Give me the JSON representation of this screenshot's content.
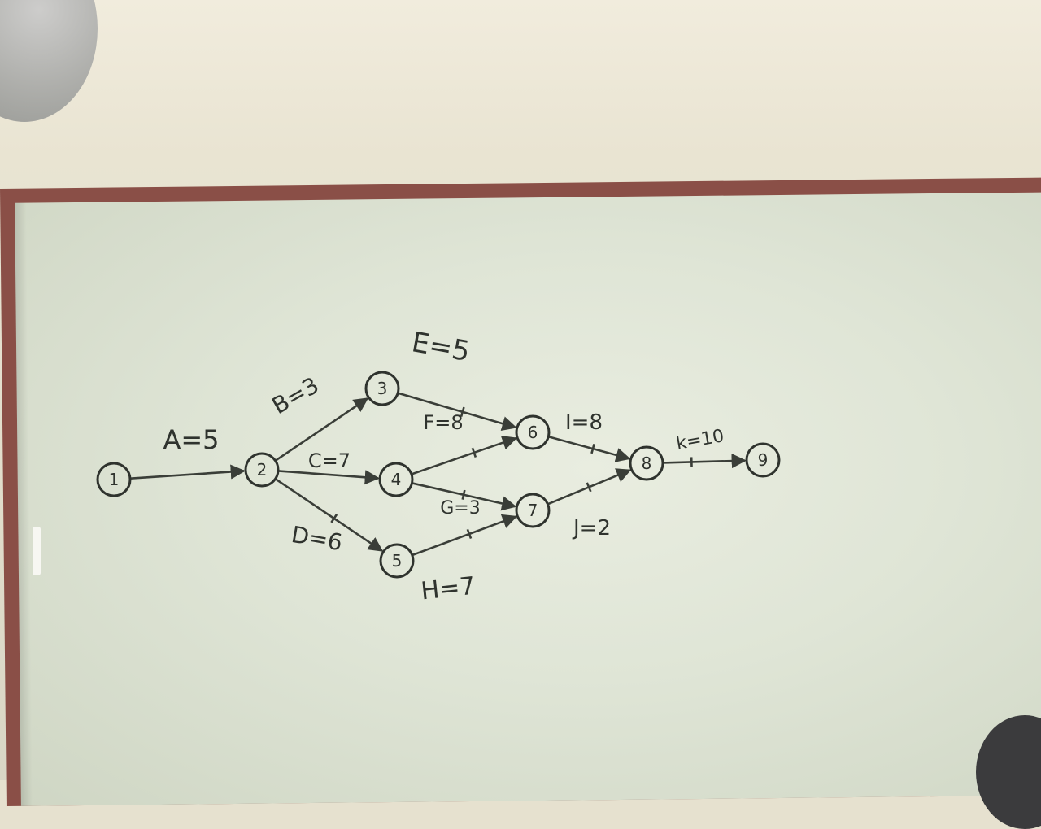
{
  "diagram": {
    "nodes": [
      {
        "id": "1",
        "label": "1"
      },
      {
        "id": "2",
        "label": "2"
      },
      {
        "id": "3",
        "label": "3"
      },
      {
        "id": "4",
        "label": "4"
      },
      {
        "id": "5",
        "label": "5"
      },
      {
        "id": "6",
        "label": "6"
      },
      {
        "id": "7",
        "label": "7"
      },
      {
        "id": "8",
        "label": "8"
      },
      {
        "id": "9",
        "label": "9"
      }
    ],
    "edges": [
      {
        "from": "1",
        "to": "2",
        "label": "A=5"
      },
      {
        "from": "2",
        "to": "3",
        "label": "B=3"
      },
      {
        "from": "2",
        "to": "4",
        "label": "C=7"
      },
      {
        "from": "2",
        "to": "5",
        "label": "D=6"
      },
      {
        "from": "3",
        "to": "6",
        "label": "E=5"
      },
      {
        "from": "4",
        "to": "6",
        "label": "F=8"
      },
      {
        "from": "4",
        "to": "7",
        "label": "G=3"
      },
      {
        "from": "5",
        "to": "7",
        "label": "H=7"
      },
      {
        "from": "6",
        "to": "8",
        "label": "I=8"
      },
      {
        "from": "7",
        "to": "8",
        "label": "J=2"
      },
      {
        "from": "8",
        "to": "9",
        "label": "k=10"
      }
    ],
    "colors": {
      "ink": "#2f332e",
      "critical_tick": "#a24a3e",
      "board": "#dfe5d6",
      "frame": "#8a4f47"
    }
  }
}
